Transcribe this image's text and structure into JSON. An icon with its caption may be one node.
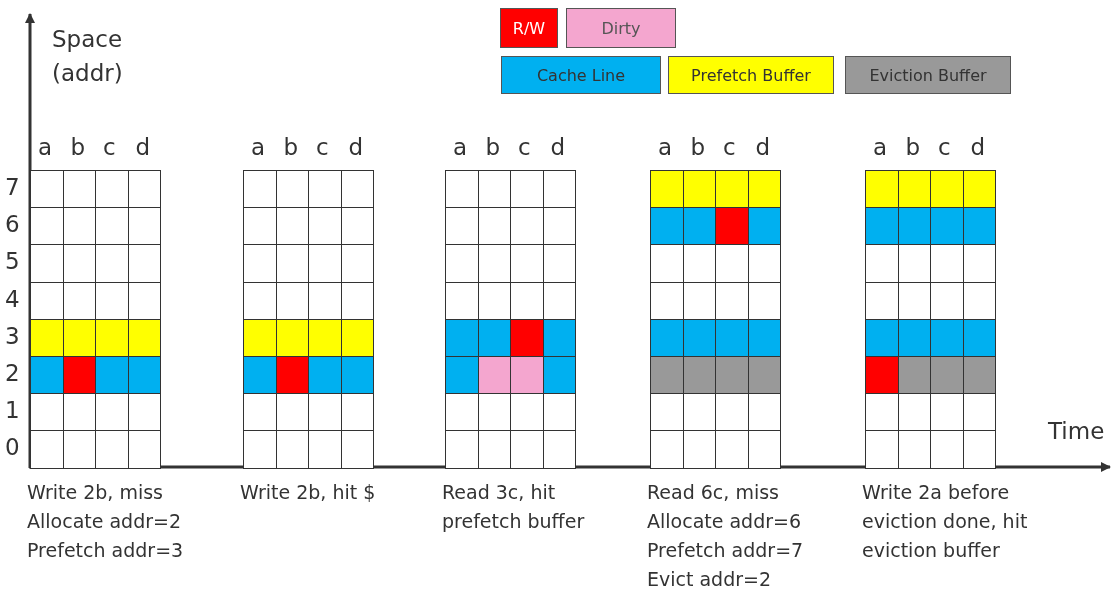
{
  "diagram": {
    "nodes": [
      {
        "text": [],
        "shape": "box",
        "beside": [
          "a",
          "b",
          "c",
          "d",
          "Write 2b, miss",
          "Allocate addr=2",
          "Prefetch addr=3"
        ]
      },
      {
        "text": [],
        "shape": "box",
        "beside": [
          "a",
          "b",
          "c",
          "d",
          "Write 2b, hit $"
        ]
      },
      {
        "text": [],
        "shape": "box",
        "beside": [
          "a",
          "b",
          "c",
          "d",
          "Read 3c,  hit prefetch buffer"
        ]
      },
      {
        "text": [],
        "shape": "box",
        "beside": [
          "a",
          "b",
          "c",
          "d",
          "Read 6c, miss",
          "Allocate addr=6",
          "Prefetch addr=7",
          "Evict addr=2"
        ]
      },
      {
        "text": [],
        "shape": "box",
        "beside": [
          "a",
          "b",
          "c",
          "d",
          "Write 2a before eviction done, hit eviction buffer"
        ]
      }
    ],
    "edges": [],
    "labels": [
      "Space (addr)",
      "7",
      "6",
      "5",
      "4",
      "3",
      "2",
      "1",
      "0",
      "Time"
    ],
    "legend": [
      {
        "text": "R/W",
        "color": "#ff0000"
      },
      {
        "text": "Dirty",
        "color": "#f4a6cf"
      },
      {
        "text": "Cache Line",
        "color": "#00b0f0"
      },
      {
        "text": "Prefetch Buffer",
        "color": "#ffff00"
      },
      {
        "text": "Eviction Buffer",
        "color": "#999999"
      }
    ]
  }
}
